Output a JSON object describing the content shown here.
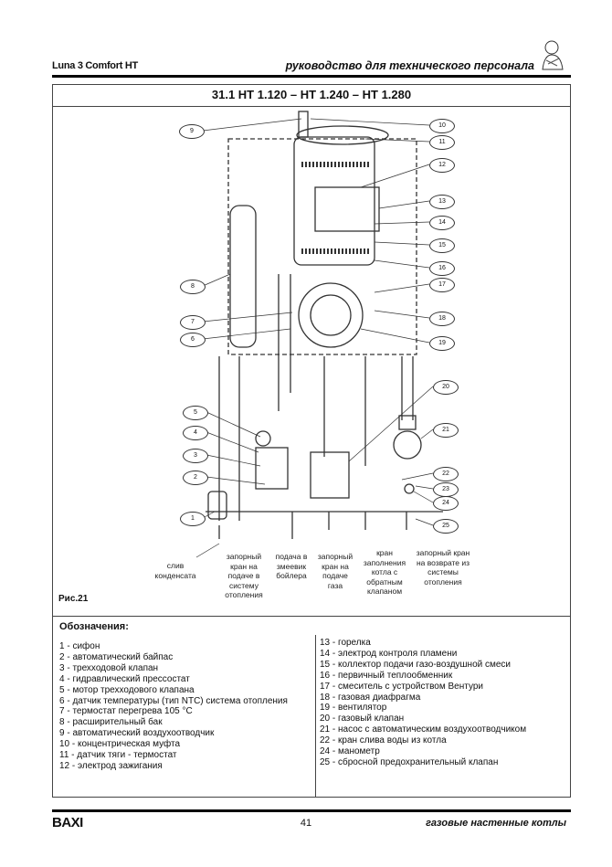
{
  "header": {
    "model": "Luna 3 Comfort HT",
    "manual": "руководство для технического персонала"
  },
  "section_title": "31.1  HT 1.120 – HT 1.240 – HT 1.280",
  "figure_label": "Рис.21",
  "diagram": {
    "callouts": [
      "1",
      "2",
      "3",
      "4",
      "5",
      "6",
      "7",
      "8",
      "9",
      "10",
      "11",
      "12",
      "13",
      "14",
      "15",
      "16",
      "17",
      "18",
      "19",
      "20",
      "21",
      "22",
      "23",
      "24",
      "25"
    ],
    "captions": {
      "condensate": "слив конденсата",
      "heating_supply_valve": "запорный кран на подаче в систему отопления",
      "boiler_coil_supply": "подача в змеевик бойлера",
      "gas_valve": "запорный кран на подаче газа",
      "fill_valve": "кран заполнения котла с обратным клапаном",
      "return_valve": "запорный кран на возврате из системы отопления"
    }
  },
  "legend": {
    "title": "Обозначения:",
    "left": [
      "1   -  сифон",
      "2   -  автоматический байпас",
      "3   -  трехходовой клапан",
      "4   -  гидравлический прессостат",
      "5   -  мотор трехходового клапана",
      "6   -  датчик температуры (тип NTC) система отопления",
      "7   -  термостат перегрева 105 °C",
      "8   -  расширительный бак",
      "9   -  автоматический воздухоотводчик",
      "10 -  концентрическая муфта",
      "11 -  датчик тяги - термостат",
      "12 -  электрод зажигания"
    ],
    "right": [
      "13  - горелка",
      "14  - электрод контроля пламени",
      "15  - коллектор подачи газо-воздушной смеси",
      "16  - первичный теплообменник",
      "17  - смеситель с устройством Вентури",
      "18  - газовая диафрагма",
      "19  - вентилятор",
      "20  - газовый клапан",
      "21  - насос с автоматическим воздухоотводчиком",
      "22  - кран слива воды из котла",
      "24  - манометр",
      "25  - сбросной предохранительный клапан"
    ]
  },
  "footer": {
    "brand": "BAXI",
    "page": "41",
    "subtitle": "газовые настенные котлы"
  }
}
